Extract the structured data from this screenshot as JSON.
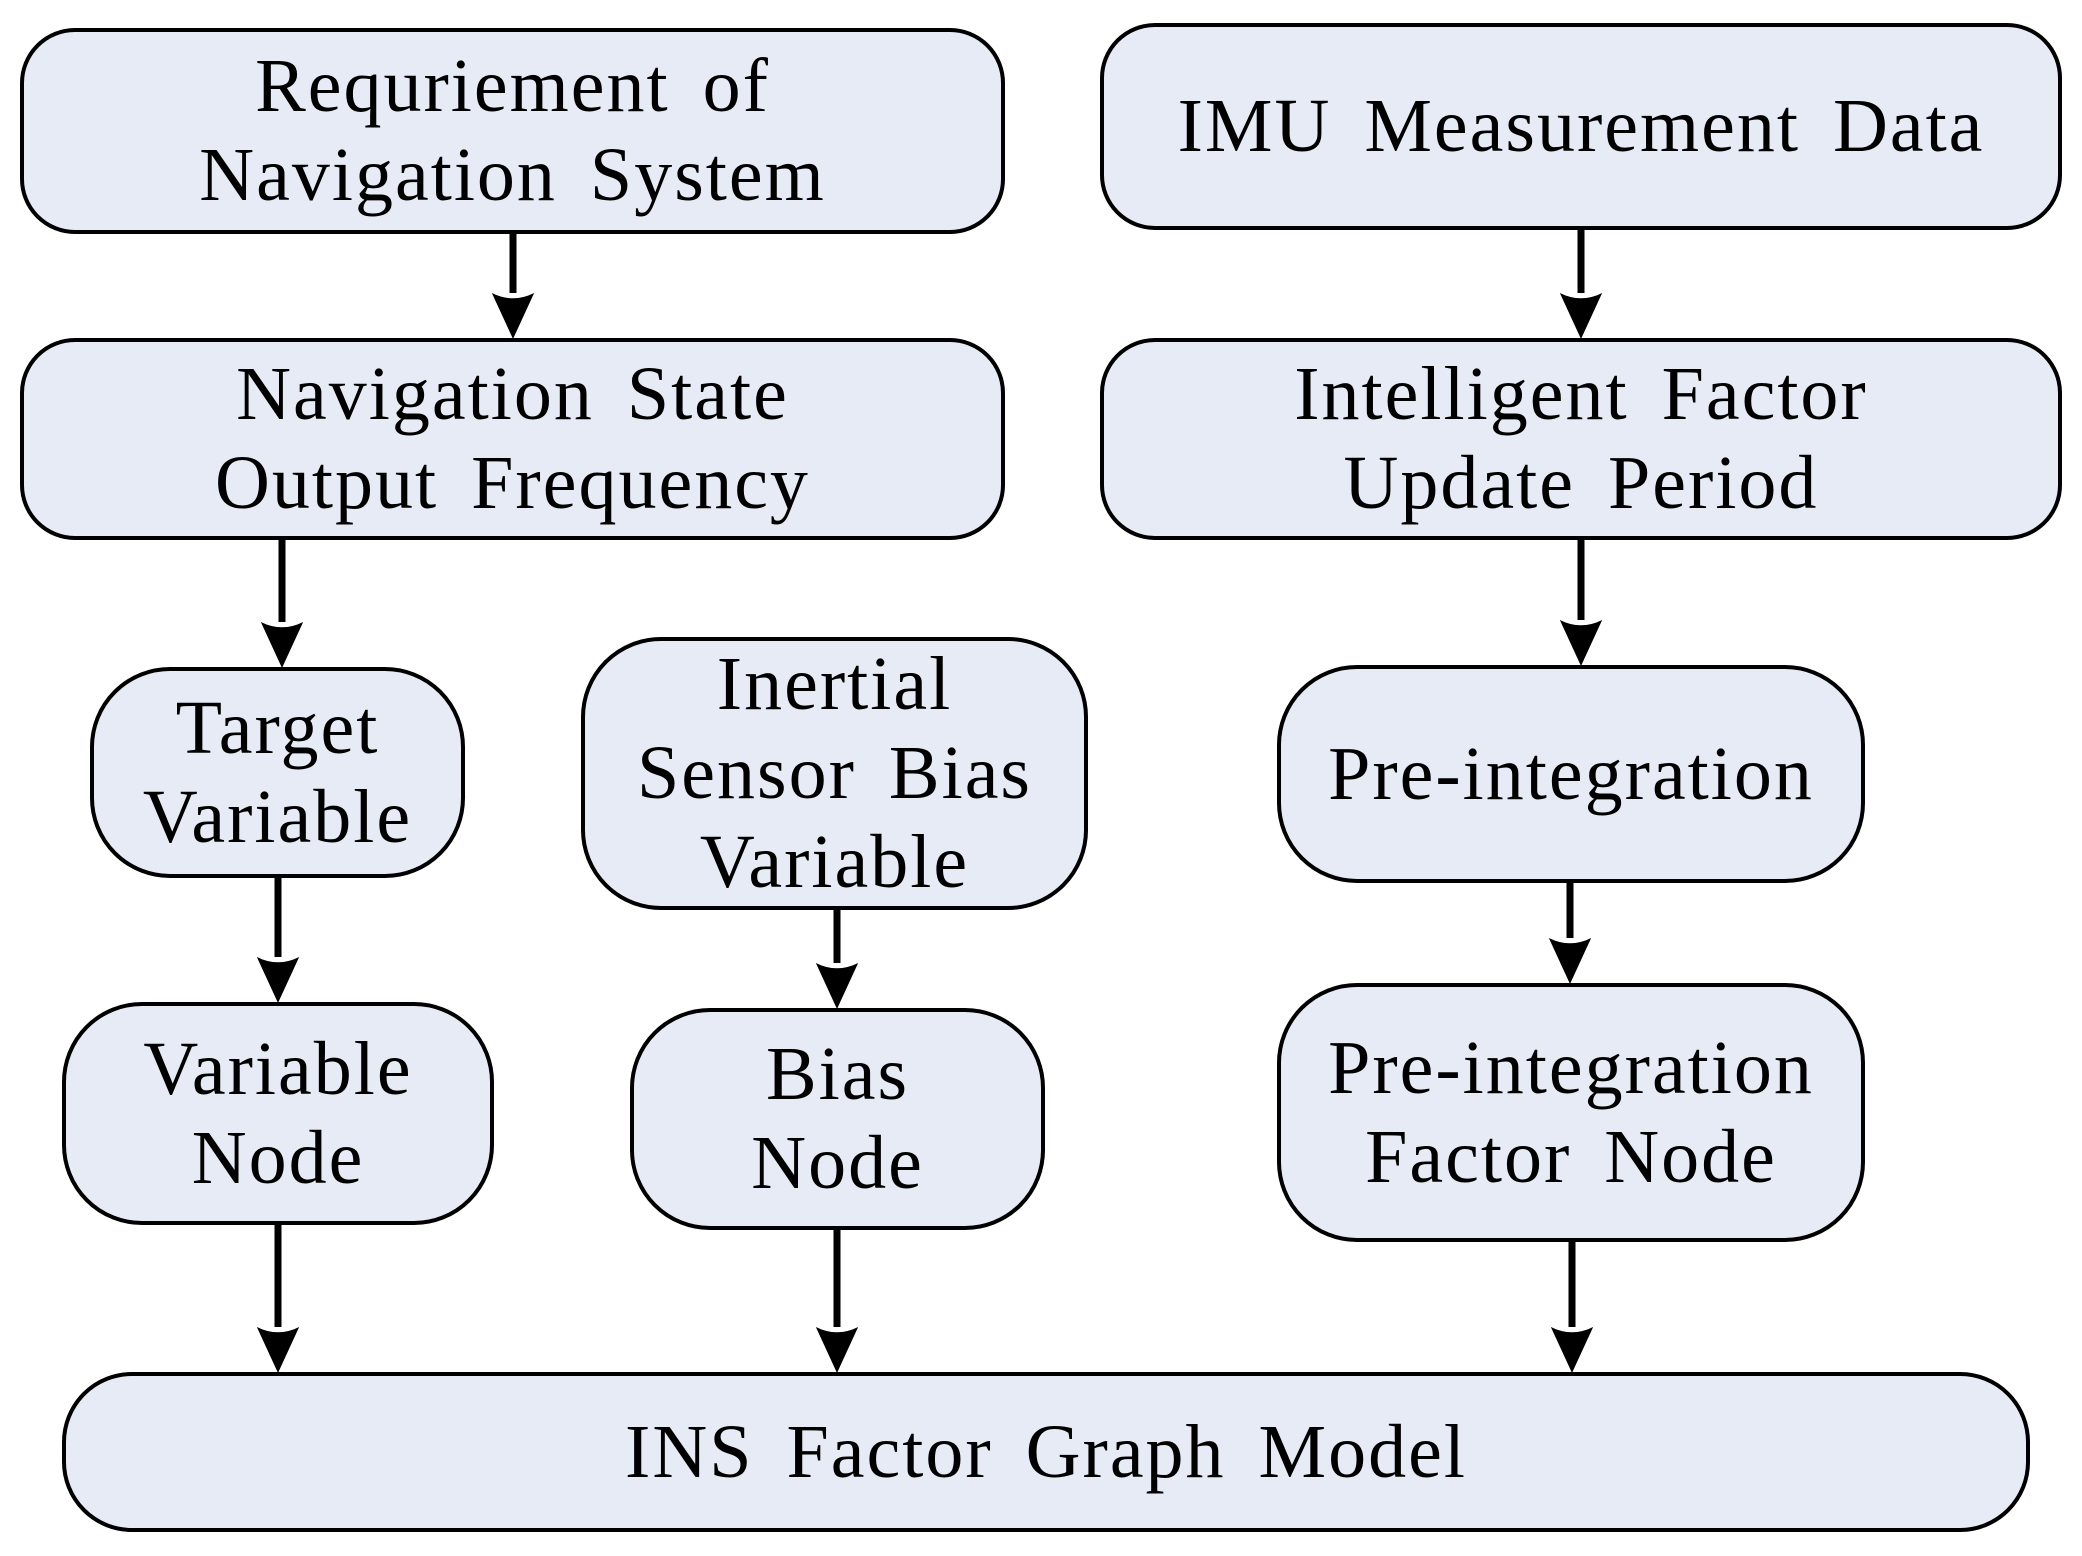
{
  "colors": {
    "background": "#ffffff",
    "node_fill": "#e7ebf5",
    "node_border": "#000000",
    "arrow": "#000000",
    "text": "#000000"
  },
  "nodes": {
    "requirement": {
      "line1": "Requriement of",
      "line2": "Navigation System"
    },
    "nav_state_freq": {
      "line1": "Navigation State",
      "line2": "Output Frequency"
    },
    "target_variable": {
      "line1": "Target",
      "line2": "Variable"
    },
    "inertial_bias": {
      "line1": "Inertial",
      "line2": "Sensor Bias",
      "line3": "Variable"
    },
    "variable_node": {
      "line1": "Variable",
      "line2": "Node"
    },
    "bias_node": {
      "line1": "Bias",
      "line2": "Node"
    },
    "imu_data": {
      "line1": "IMU Measurement Data"
    },
    "intelligent_factor": {
      "line1": "Intelligent Factor",
      "line2": "Update Period"
    },
    "pre_integration": {
      "line1": "Pre-integration"
    },
    "pre_integration_factor": {
      "line1": "Pre-integration",
      "line2": "Factor Node"
    },
    "ins_graph": {
      "line1": "INS Factor Graph Model"
    }
  },
  "edges": [
    {
      "from": "requirement",
      "to": "nav_state_freq"
    },
    {
      "from": "nav_state_freq",
      "to": "target_variable"
    },
    {
      "from": "target_variable",
      "to": "variable_node"
    },
    {
      "from": "inertial_bias",
      "to": "bias_node"
    },
    {
      "from": "variable_node",
      "to": "ins_graph"
    },
    {
      "from": "bias_node",
      "to": "ins_graph"
    },
    {
      "from": "imu_data",
      "to": "intelligent_factor"
    },
    {
      "from": "intelligent_factor",
      "to": "pre_integration"
    },
    {
      "from": "pre_integration",
      "to": "pre_integration_factor"
    },
    {
      "from": "pre_integration_factor",
      "to": "ins_graph"
    }
  ]
}
